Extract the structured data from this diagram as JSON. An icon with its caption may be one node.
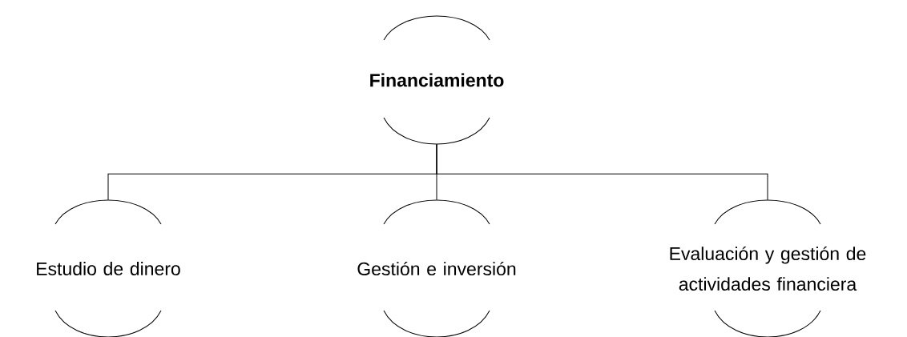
{
  "diagram": {
    "nodes": [
      {
        "text": [
          "Financiamiento"
        ]
      },
      {
        "text": [
          "Estudio de dinero"
        ]
      },
      {
        "text": [
          "Gestión e inversión"
        ]
      },
      {
        "text": [
          "Evaluación y gestión de actividades financiera"
        ]
      }
    ],
    "edges": [
      {
        "from": 0,
        "to": 1,
        "arrow": "none"
      },
      {
        "from": 0,
        "to": 2,
        "arrow": "none"
      },
      {
        "from": 0,
        "to": 3,
        "arrow": "none"
      }
    ]
  }
}
